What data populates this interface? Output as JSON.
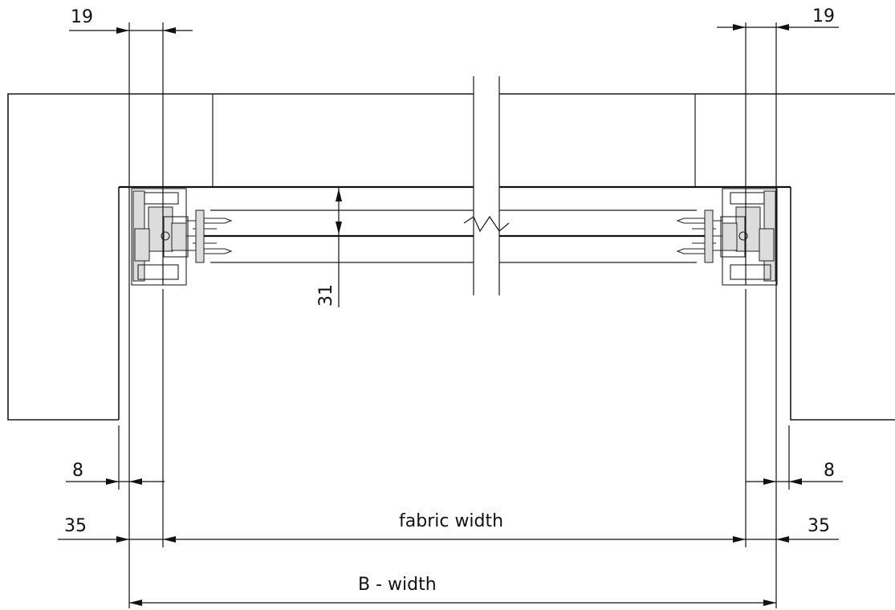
{
  "dimensions": {
    "top_left": "19",
    "top_right": "19",
    "vertical": "31",
    "left_8": "8",
    "right_8": "8",
    "left_35": "35",
    "right_35": "35",
    "fabric_width": "fabric width",
    "b_width": "B - width"
  },
  "colors": {
    "line": "#1a1a1a",
    "profile_fill": "#dcdcdc",
    "background": "#ffffff"
  }
}
